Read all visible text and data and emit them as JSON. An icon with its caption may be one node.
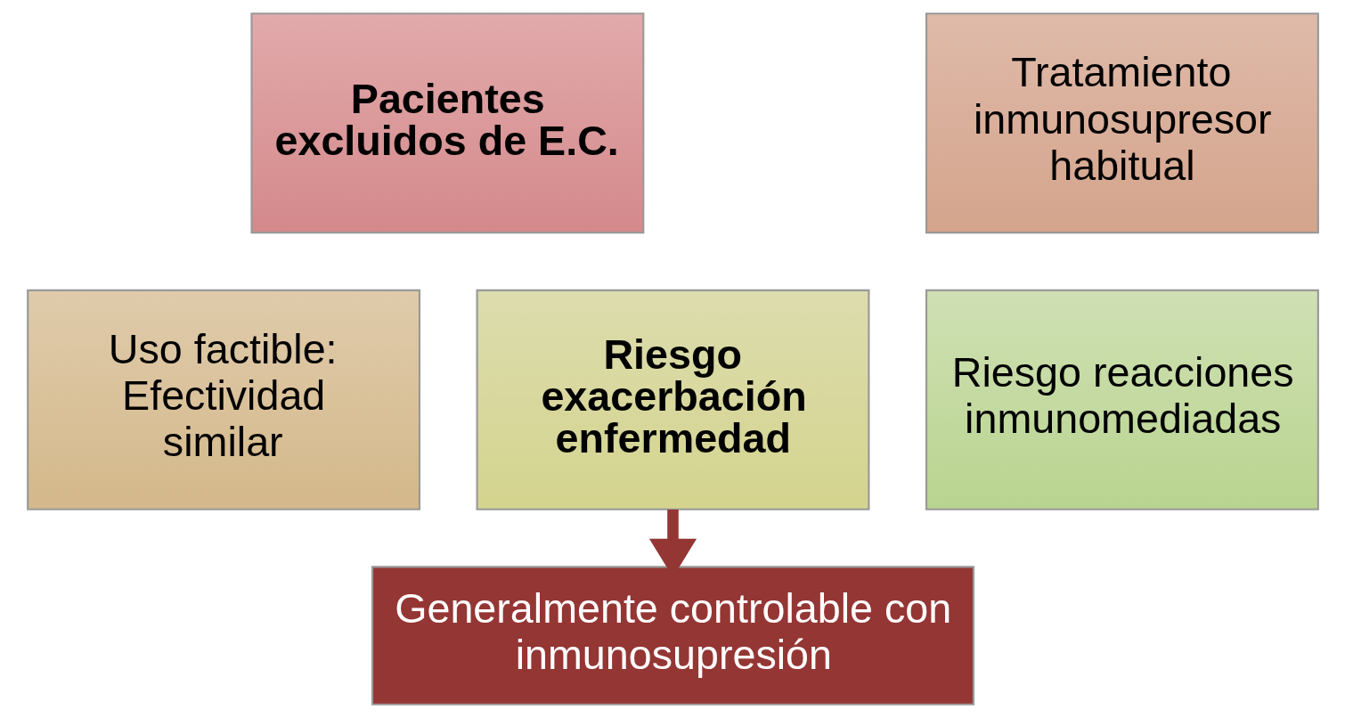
{
  "diagram": {
    "nodes": [
      {
        "text": [
          "Pacientes excluidos de E.C."
        ]
      },
      {
        "text": [
          "Tratamiento inmunosupresor habitual"
        ]
      },
      {
        "text": [
          "Uso factible: Efectividad similar"
        ]
      },
      {
        "text": [
          "Riesgo exacerbación enfermedad"
        ]
      },
      {
        "text": [
          "Riesgo reacciones inmunomediadas"
        ]
      },
      {
        "text": [
          "Generalmente controlable con inmunosupresión"
        ]
      }
    ],
    "edges": [
      {
        "from": 3,
        "to": 5,
        "arrow": "to"
      }
    ]
  }
}
